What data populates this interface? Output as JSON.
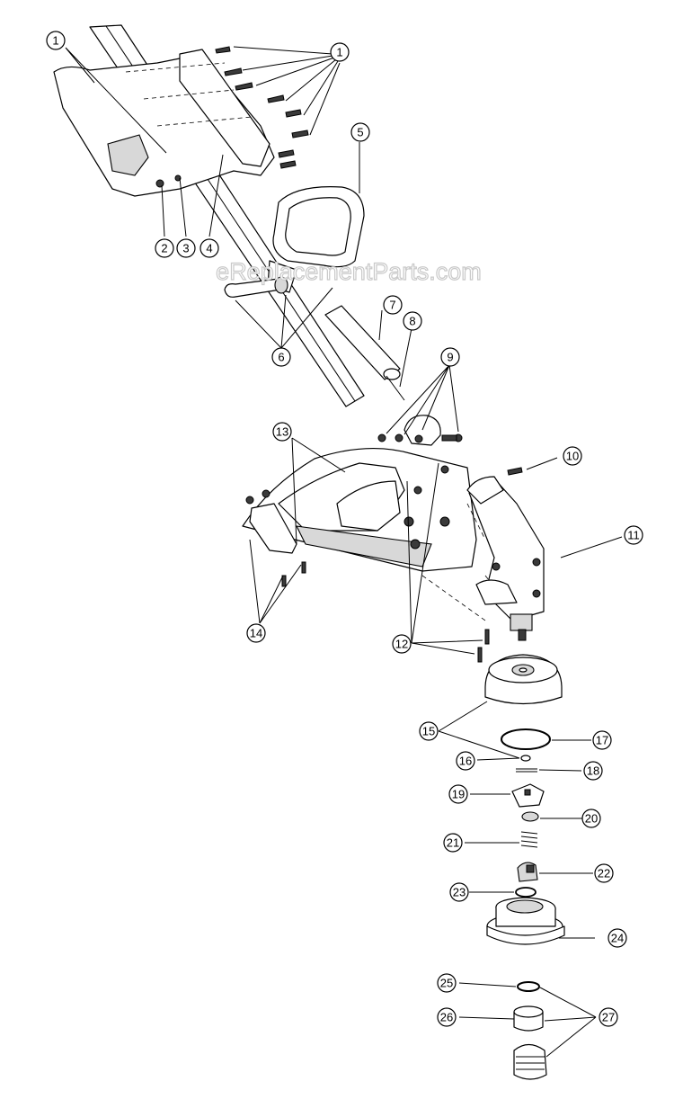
{
  "watermark": "eReplacementParts.com",
  "callouts": [
    {
      "id": "c1a",
      "label": "1"
    },
    {
      "id": "c1b",
      "label": "1"
    },
    {
      "id": "c2",
      "label": "2"
    },
    {
      "id": "c3",
      "label": "3"
    },
    {
      "id": "c4",
      "label": "4"
    },
    {
      "id": "c5",
      "label": "5"
    },
    {
      "id": "c6",
      "label": "6"
    },
    {
      "id": "c7",
      "label": "7"
    },
    {
      "id": "c8",
      "label": "8"
    },
    {
      "id": "c9",
      "label": "9"
    },
    {
      "id": "c10",
      "label": "10"
    },
    {
      "id": "c11",
      "label": "11"
    },
    {
      "id": "c12",
      "label": "12"
    },
    {
      "id": "c13",
      "label": "13"
    },
    {
      "id": "c14",
      "label": "14"
    },
    {
      "id": "c15",
      "label": "15"
    },
    {
      "id": "c16",
      "label": "16"
    },
    {
      "id": "c17",
      "label": "17"
    },
    {
      "id": "c18",
      "label": "18"
    },
    {
      "id": "c19",
      "label": "19"
    },
    {
      "id": "c20",
      "label": "20"
    },
    {
      "id": "c21",
      "label": "21"
    },
    {
      "id": "c22",
      "label": "22"
    },
    {
      "id": "c23",
      "label": "23"
    },
    {
      "id": "c24",
      "label": "24"
    },
    {
      "id": "c25",
      "label": "25"
    },
    {
      "id": "c26",
      "label": "26"
    },
    {
      "id": "c27",
      "label": "27"
    }
  ]
}
